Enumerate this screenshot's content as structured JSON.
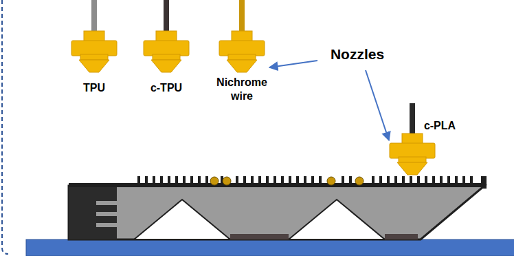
{
  "diagram": {
    "labels": [
      "TPU",
      "c-TPU",
      "Nichrome wire",
      "c-PLA",
      "Nozzles"
    ]
  }
}
